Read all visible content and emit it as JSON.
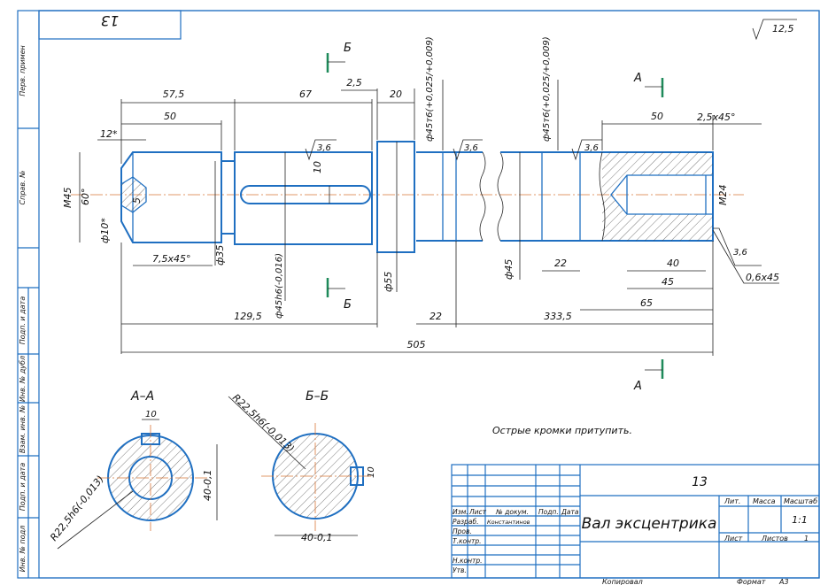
{
  "sheet": {
    "top_left_number": "13",
    "roughness": "12,5",
    "side_labels": [
      "Перв. примен",
      "Справ. №",
      "Подп. и дата",
      "Инв. № дубл",
      "Взам. инв. №",
      "Подп. и дата",
      "Инв. № подл"
    ]
  },
  "main_view": {
    "dims": {
      "d57_5": "57,5",
      "d50a": "50",
      "d67": "67",
      "d2_5": "2,5",
      "d20": "20",
      "fit1": "ф45т6(+0,025/+0,009)",
      "fit2": "ф45т6(+0,025/+0,009)",
      "r3_6a": "3,6",
      "r3_6b": "3,6",
      "r3_6c": "3,6",
      "r3_6d": "3,6",
      "d12": "12*",
      "d50b": "50",
      "d2_5x45": "2,5x45°",
      "m45": "M45",
      "a60": "60°",
      "d10": "ф10*",
      "d5": "5",
      "d7_5x45": "7,5x45°",
      "d35": "ф35",
      "key10": "10",
      "fit3": "ф45h6(-0,016)",
      "d55": "ф55",
      "d45": "ф45",
      "d22a": "22",
      "d40": "40",
      "d45b": "45",
      "m24": "M24",
      "chamfer": "0,6x45",
      "d129_5": "129,5",
      "d22b": "22",
      "d333_5": "333,5",
      "d65": "65",
      "d505": "505"
    },
    "section_marks": {
      "a": "А",
      "b": "Б"
    }
  },
  "section_aa": {
    "title": "А–А",
    "key": "10",
    "depth": "40-0,1",
    "radius": "R22,5h6(-0,013)"
  },
  "section_bb": {
    "title": "Б–Б",
    "key": "10",
    "depth": "40-0,1",
    "radius": "R22,5h6(-0,013)"
  },
  "note": "Острые кромки притупить.",
  "title_block": {
    "number": "13",
    "name": "Вал эксцентрика",
    "col_headers": [
      "Изм.",
      "Лист",
      "№ докум.",
      "Подп.",
      "Дата"
    ],
    "rows": [
      "Разраб.",
      "Пров.",
      "Т.контр.",
      "Н.контр.",
      "Утв."
    ],
    "developer": "Константинов",
    "lit": "Лит.",
    "mass": "Масса",
    "scale_label": "Масштаб",
    "scale": "1:1",
    "sheet": "Лист",
    "sheets": "Листов",
    "sheets_count": "1",
    "copied": "Копировал",
    "format": "Формат",
    "format_value": "А3"
  }
}
